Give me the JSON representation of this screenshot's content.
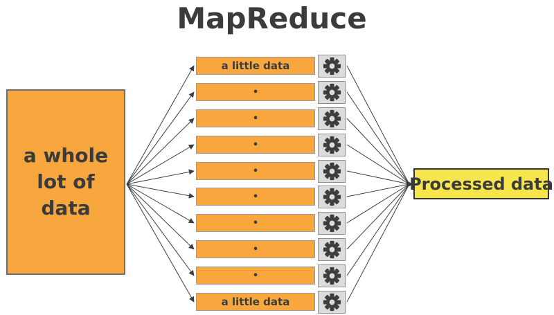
{
  "title": "MapReduce",
  "left_box": {
    "lines": [
      "a whole",
      "lot of",
      "data"
    ]
  },
  "rows": [
    {
      "label": "a little data"
    },
    {
      "label": "•"
    },
    {
      "label": "•"
    },
    {
      "label": "•"
    },
    {
      "label": "•"
    },
    {
      "label": "•"
    },
    {
      "label": "•"
    },
    {
      "label": "•"
    },
    {
      "label": "•"
    },
    {
      "label": "a little data"
    }
  ],
  "output_box": {
    "label": "Processed data"
  },
  "icons": {
    "gear": "gear-icon"
  },
  "colors": {
    "orange": "#f7a73e",
    "bar_border": "#9a9a9a",
    "box_border": "#6f6f6f",
    "gear_box": "#dcdcdc",
    "gear_box_border": "#8e8e8e",
    "gear": "#3e3e3e",
    "yellow": "#f6e54b",
    "yellow_border": "#333333",
    "text": "#3b3b3b",
    "line": "#3d3d3d"
  }
}
